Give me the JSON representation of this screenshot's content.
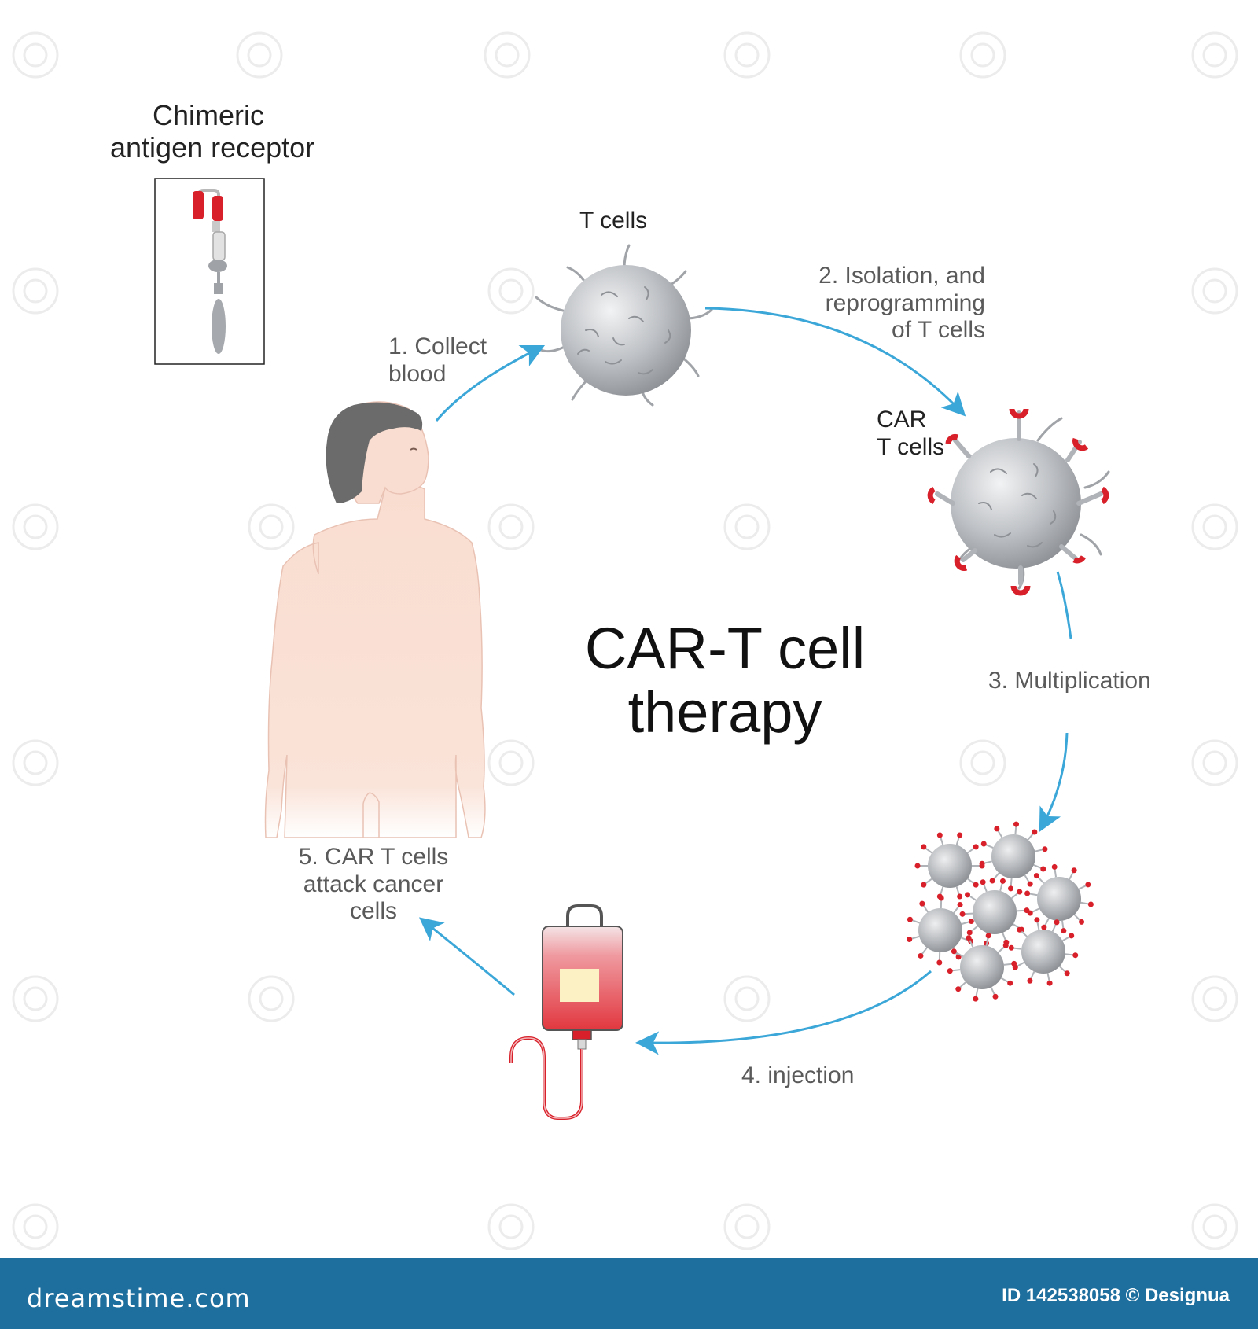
{
  "title": {
    "line1": "CAR-T cell",
    "line2": "therapy"
  },
  "receptor": {
    "line1": "Chimeric",
    "line2": "antigen receptor"
  },
  "labels": {
    "t_cells": "T cells",
    "car_t_cells": {
      "line1": "CAR",
      "line2": "T cells"
    }
  },
  "steps": {
    "collect": {
      "line1": "1. Collect",
      "line2": "blood"
    },
    "isolation": {
      "line1": "2. Isolation, and",
      "line2": "reprogramming",
      "line3": "of T cells"
    },
    "multiplication": "3. Multiplication",
    "injection": "4. injection",
    "attack": {
      "line1": "5. CAR T cells",
      "line2": "attack cancer",
      "line3": "cells"
    }
  },
  "footer": {
    "logo": "dreamstime.com",
    "id": "ID 142538058 © Designua"
  },
  "colors": {
    "arrow": "#3ba6d8",
    "receptor_red": "#d8202a",
    "cell_grey": "#b9bcc0",
    "skin": "#f9ddd0",
    "hair": "#6b6b6b",
    "bag_red": "#e2373f",
    "footer_bg": "#1f6f9e"
  },
  "icons": [
    "t-cell-icon",
    "car-t-cell-icon",
    "cell-cluster-icon",
    "blood-bag-icon",
    "human-figure-icon",
    "receptor-icon",
    "cycle-arrow-icon"
  ]
}
